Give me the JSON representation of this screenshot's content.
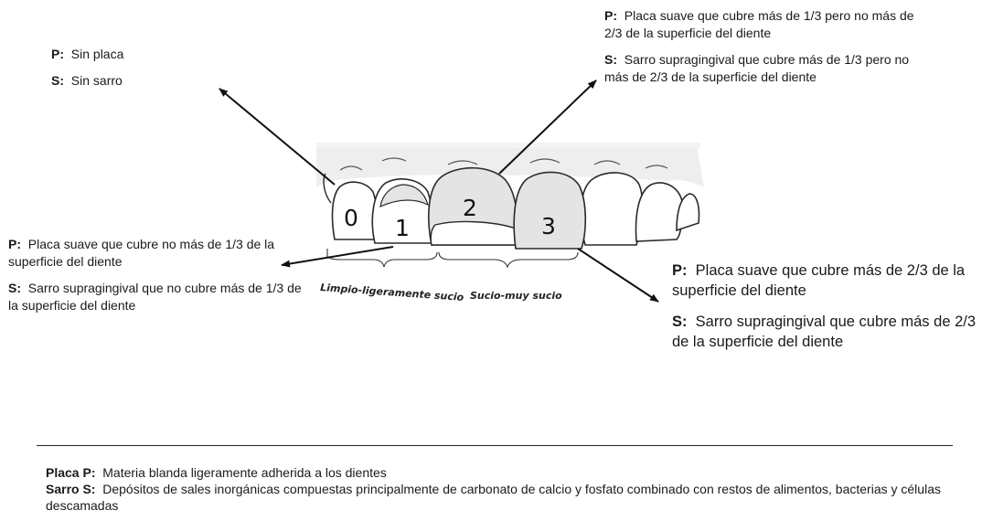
{
  "annotations": {
    "score0": {
      "p_label": "P:",
      "p_text": "Sin placa",
      "s_label": "S:",
      "s_text": "Sin sarro"
    },
    "score1": {
      "p_label": "P:",
      "p_text": "Placa suave que cubre no más de 1/3 de la superficie del diente",
      "s_label": "S:",
      "s_text": "Sarro supragingival que no cubre más de 1/3 de la superficie del diente"
    },
    "score2": {
      "p_label": "P:",
      "p_text": "Placa suave que cubre más de 1/3 pero no más de 2/3 de la superficie del diente",
      "s_label": "S:",
      "s_text": "Sarro supragingival que cubre más de 1/3 pero no más de 2/3 de la superficie del diente"
    },
    "score3": {
      "p_label": "P:",
      "p_text": "Placa suave que cubre más de 2/3 de la superficie del diente",
      "s_label": "S:",
      "s_text": "Sarro supragingival que cubre más de 2/3 de la superficie del diente"
    }
  },
  "tooth_numbers": [
    "0",
    "1",
    "2",
    "3"
  ],
  "groups": {
    "left": "Limpio-ligeramente sucio",
    "right": "Sucio-muy sucio"
  },
  "legend": {
    "placa_term": "Placa P:",
    "placa_def": "Materia blanda ligeramente adherida a los dientes",
    "sarro_term": "Sarro S:",
    "sarro_def": "Depósitos de sales inorgánicas compuestas principalmente de carbonato de calcio y fosfato combinado con restos de alimentos, bacterias y células descamadas"
  },
  "colors": {
    "gum": "#eeeeee",
    "tooth": "#ffffff",
    "shaded": "#e4e4e4",
    "outline": "#2a2a2a"
  }
}
